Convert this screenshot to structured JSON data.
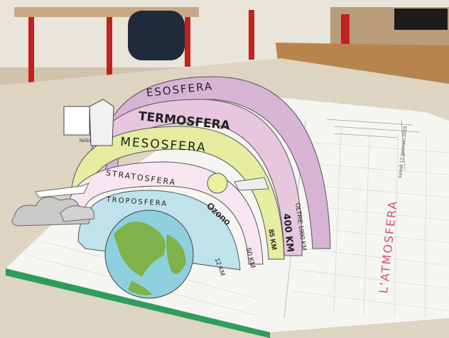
{
  "layers": [
    {
      "name": "ESOSFERA",
      "altitude": "OLTRE 1000 KM",
      "color": "#d9b7d6"
    },
    {
      "name": "TERMOSFERA",
      "altitude": "400 KM",
      "color": "#e8c8de"
    },
    {
      "name": "MESOSFERA",
      "altitude": "85 KM",
      "color": "#e4eda0"
    },
    {
      "name": "STRATOSFERA",
      "altitude": "50 KM",
      "color": "#f7e6f0"
    },
    {
      "name": "TROPOSFERA",
      "altitude": "12 KM",
      "color": "#bfe2ec"
    }
  ],
  "ozone_label": "Ozono",
  "satellite_label": "NASA",
  "notebook": {
    "date": "lunedì 12 gennaio 2015",
    "title": "L'ATMOSFERA"
  },
  "colors": {
    "desk": "#d8cfbd",
    "paper": "#f4f5f0",
    "notebook_edge": "#2e9d5c",
    "earth_land": "#7fb24a",
    "earth_sea": "#8fd0df"
  }
}
